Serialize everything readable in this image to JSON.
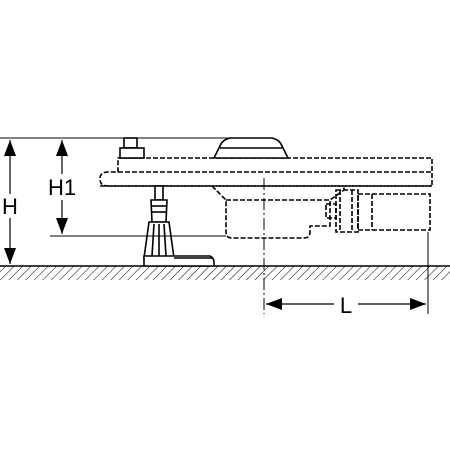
{
  "labels": {
    "H": "H",
    "H1": "H1",
    "L": "L"
  },
  "colors": {
    "line": "#000000",
    "fill": "#ffffff"
  }
}
